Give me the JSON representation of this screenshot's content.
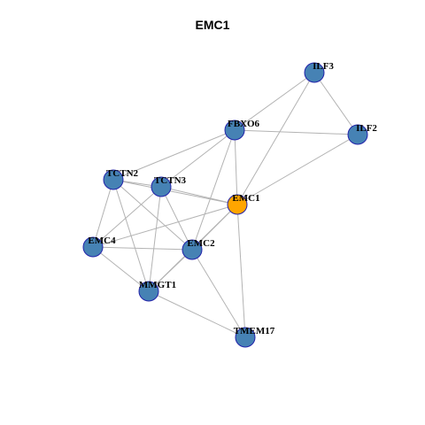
{
  "title": "EMC1",
  "colors": {
    "node_default": "#4682b4",
    "node_focus": "#ffa500",
    "node_border": "#2222aa",
    "edge": "#b3b3b3"
  },
  "nodes": [
    {
      "id": "ILF3",
      "label": "ILF3",
      "focus": false
    },
    {
      "id": "FBXO6",
      "label": "FBXO6",
      "focus": false
    },
    {
      "id": "ILF2",
      "label": "ILF2",
      "focus": false
    },
    {
      "id": "TCTN2",
      "label": "TCTN2",
      "focus": false
    },
    {
      "id": "TCTN3",
      "label": "TCTN3",
      "focus": false
    },
    {
      "id": "EMC1",
      "label": "EMC1",
      "focus": true
    },
    {
      "id": "EMC4",
      "label": "EMC4",
      "focus": false
    },
    {
      "id": "EMC2",
      "label": "EMC2",
      "focus": false
    },
    {
      "id": "MMGT1",
      "label": "MMGT1",
      "focus": false
    },
    {
      "id": "TMEM17",
      "label": "TMEM17",
      "focus": false
    }
  ],
  "edges": [
    [
      "ILF3",
      "ILF2"
    ],
    [
      "ILF3",
      "FBXO6"
    ],
    [
      "ILF3",
      "EMC1"
    ],
    [
      "FBXO6",
      "ILF2"
    ],
    [
      "FBXO6",
      "TCTN2"
    ],
    [
      "FBXO6",
      "TCTN3"
    ],
    [
      "FBXO6",
      "EMC1"
    ],
    [
      "FBXO6",
      "EMC2"
    ],
    [
      "ILF2",
      "EMC1"
    ],
    [
      "TCTN2",
      "TCTN3"
    ],
    [
      "TCTN2",
      "EMC1"
    ],
    [
      "TCTN2",
      "EMC4"
    ],
    [
      "TCTN2",
      "EMC2"
    ],
    [
      "TCTN2",
      "MMGT1"
    ],
    [
      "TCTN3",
      "EMC1"
    ],
    [
      "TCTN3",
      "EMC4"
    ],
    [
      "TCTN3",
      "EMC2"
    ],
    [
      "TCTN3",
      "MMGT1"
    ],
    [
      "EMC1",
      "EMC4"
    ],
    [
      "EMC1",
      "EMC2"
    ],
    [
      "EMC1",
      "MMGT1"
    ],
    [
      "EMC1",
      "TMEM17"
    ],
    [
      "EMC4",
      "EMC2"
    ],
    [
      "EMC4",
      "MMGT1"
    ],
    [
      "EMC2",
      "MMGT1"
    ],
    [
      "EMC2",
      "TMEM17"
    ],
    [
      "MMGT1",
      "TMEM17"
    ]
  ]
}
